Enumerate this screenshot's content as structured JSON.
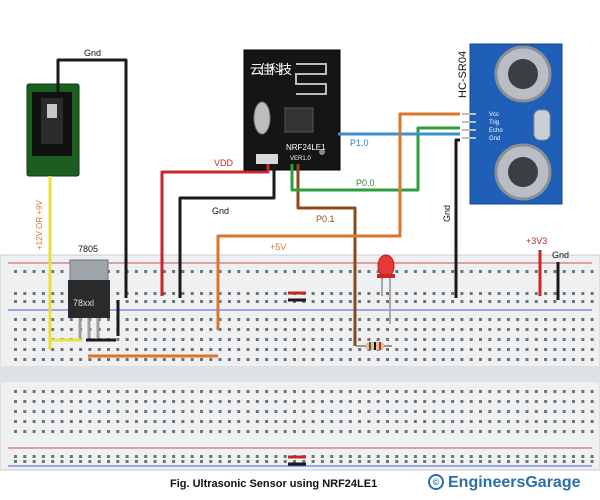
{
  "labels": {
    "gnd": "Gnd",
    "vdd": "VDD",
    "supply": "+12V OR +9V",
    "regulator": "7805",
    "regulator_marking": "78xxl",
    "plus5": "+5V",
    "p00": "P0.0",
    "p01": "P0.1",
    "p10": "P1.0",
    "plus3v3": "+3V3",
    "sensor": "HC-SR04",
    "sensor_pins": [
      "Vcc",
      "Trig",
      "Echo",
      "Gnd"
    ],
    "module_chars": "云佳科技",
    "module_model": "NRF24LE1",
    "module_ver": "VER1.0"
  },
  "caption": "Fig. Ultrasonic Sensor using NRF24LE1",
  "brand": "EngineersGarage",
  "colors": {
    "wire_black": "#1a1a1a",
    "wire_red": "#c62828",
    "wire_brown": "#8a4a1c",
    "wire_orange": "#d9772c",
    "wire_green": "#2e9e3e",
    "wire_blue": "#3a8fd0",
    "wire_yellow": "#e8e03a",
    "label_red": "#c62828",
    "label_orange": "#d9772c",
    "label_green": "#2e7d32",
    "label_blue": "#2a7fc0",
    "brand_blue": "#2a6fa8",
    "jack_green": "#1b5e20",
    "sensor_blue": "#1f5fb8"
  }
}
